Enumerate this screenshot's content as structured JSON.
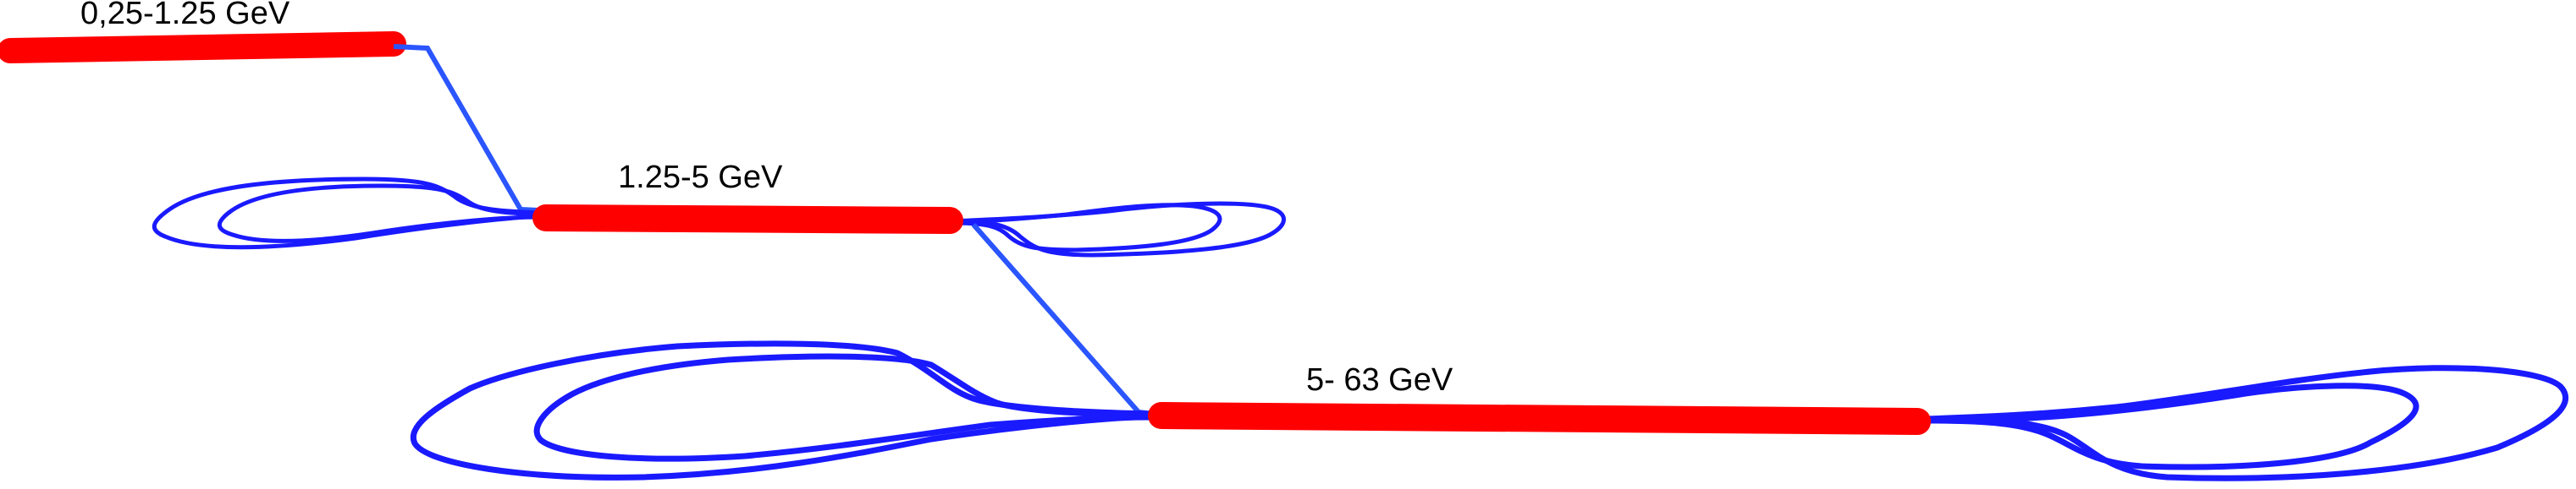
{
  "diagram": {
    "stages": [
      {
        "id": "stage-1",
        "label": "0,25-1.25 GeV"
      },
      {
        "id": "stage-2",
        "label": "1.25-5 GeV"
      },
      {
        "id": "stage-3",
        "label": "5- 63 GeV"
      }
    ],
    "colors": {
      "linac": "#ff0000",
      "recirculation": "#1a1aff",
      "transfer_line": "#2a55ff",
      "label_text": "#000000",
      "background": "#ffffff"
    }
  }
}
